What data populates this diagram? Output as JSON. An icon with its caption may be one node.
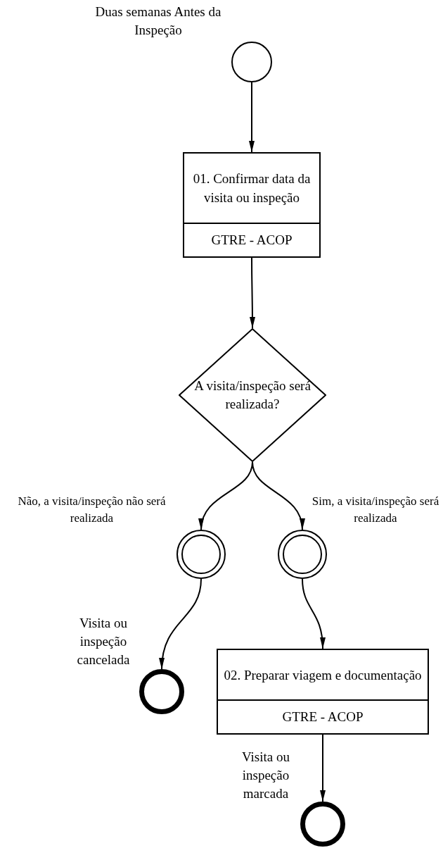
{
  "diagram": {
    "nodes": [
      {
        "text": [],
        "shape": "circle",
        "beside": [
          "Duas semanas Antes da Inspeção"
        ]
      },
      {
        "text": [
          "01. Confirmar data da visita ou inspeção",
          "GTRE - ACOP"
        ]
      },
      {
        "text": [
          "A visita/inspeção será realizada?"
        ]
      },
      {
        "text": [],
        "shape": "circle"
      },
      {
        "text": [],
        "shape": "circle"
      },
      {
        "text": [],
        "shape": "circle",
        "beside": [
          "Visita ou inspeção cancelada"
        ]
      },
      {
        "text": [
          "02. Preparar viagem e documentação",
          "GTRE - ACOP"
        ]
      },
      {
        "text": [],
        "shape": "circle",
        "beside": [
          "Visita ou inspeção marcada"
        ]
      }
    ],
    "edges": [
      {
        "from": 0,
        "to": 1,
        "arrow": "to"
      },
      {
        "from": 1,
        "to": 2,
        "arrow": "to"
      },
      {
        "from": 2,
        "to": 3,
        "arrow": "to",
        "label": "Não, a visita/inspeção não será realizada"
      },
      {
        "from": 2,
        "to": 4,
        "arrow": "to",
        "label": "Sim, a visita/inspeção será realizada"
      },
      {
        "from": 3,
        "to": 5,
        "arrow": "to"
      },
      {
        "from": 4,
        "to": 6,
        "arrow": "to"
      },
      {
        "from": 6,
        "to": 7,
        "arrow": "to"
      }
    ]
  }
}
